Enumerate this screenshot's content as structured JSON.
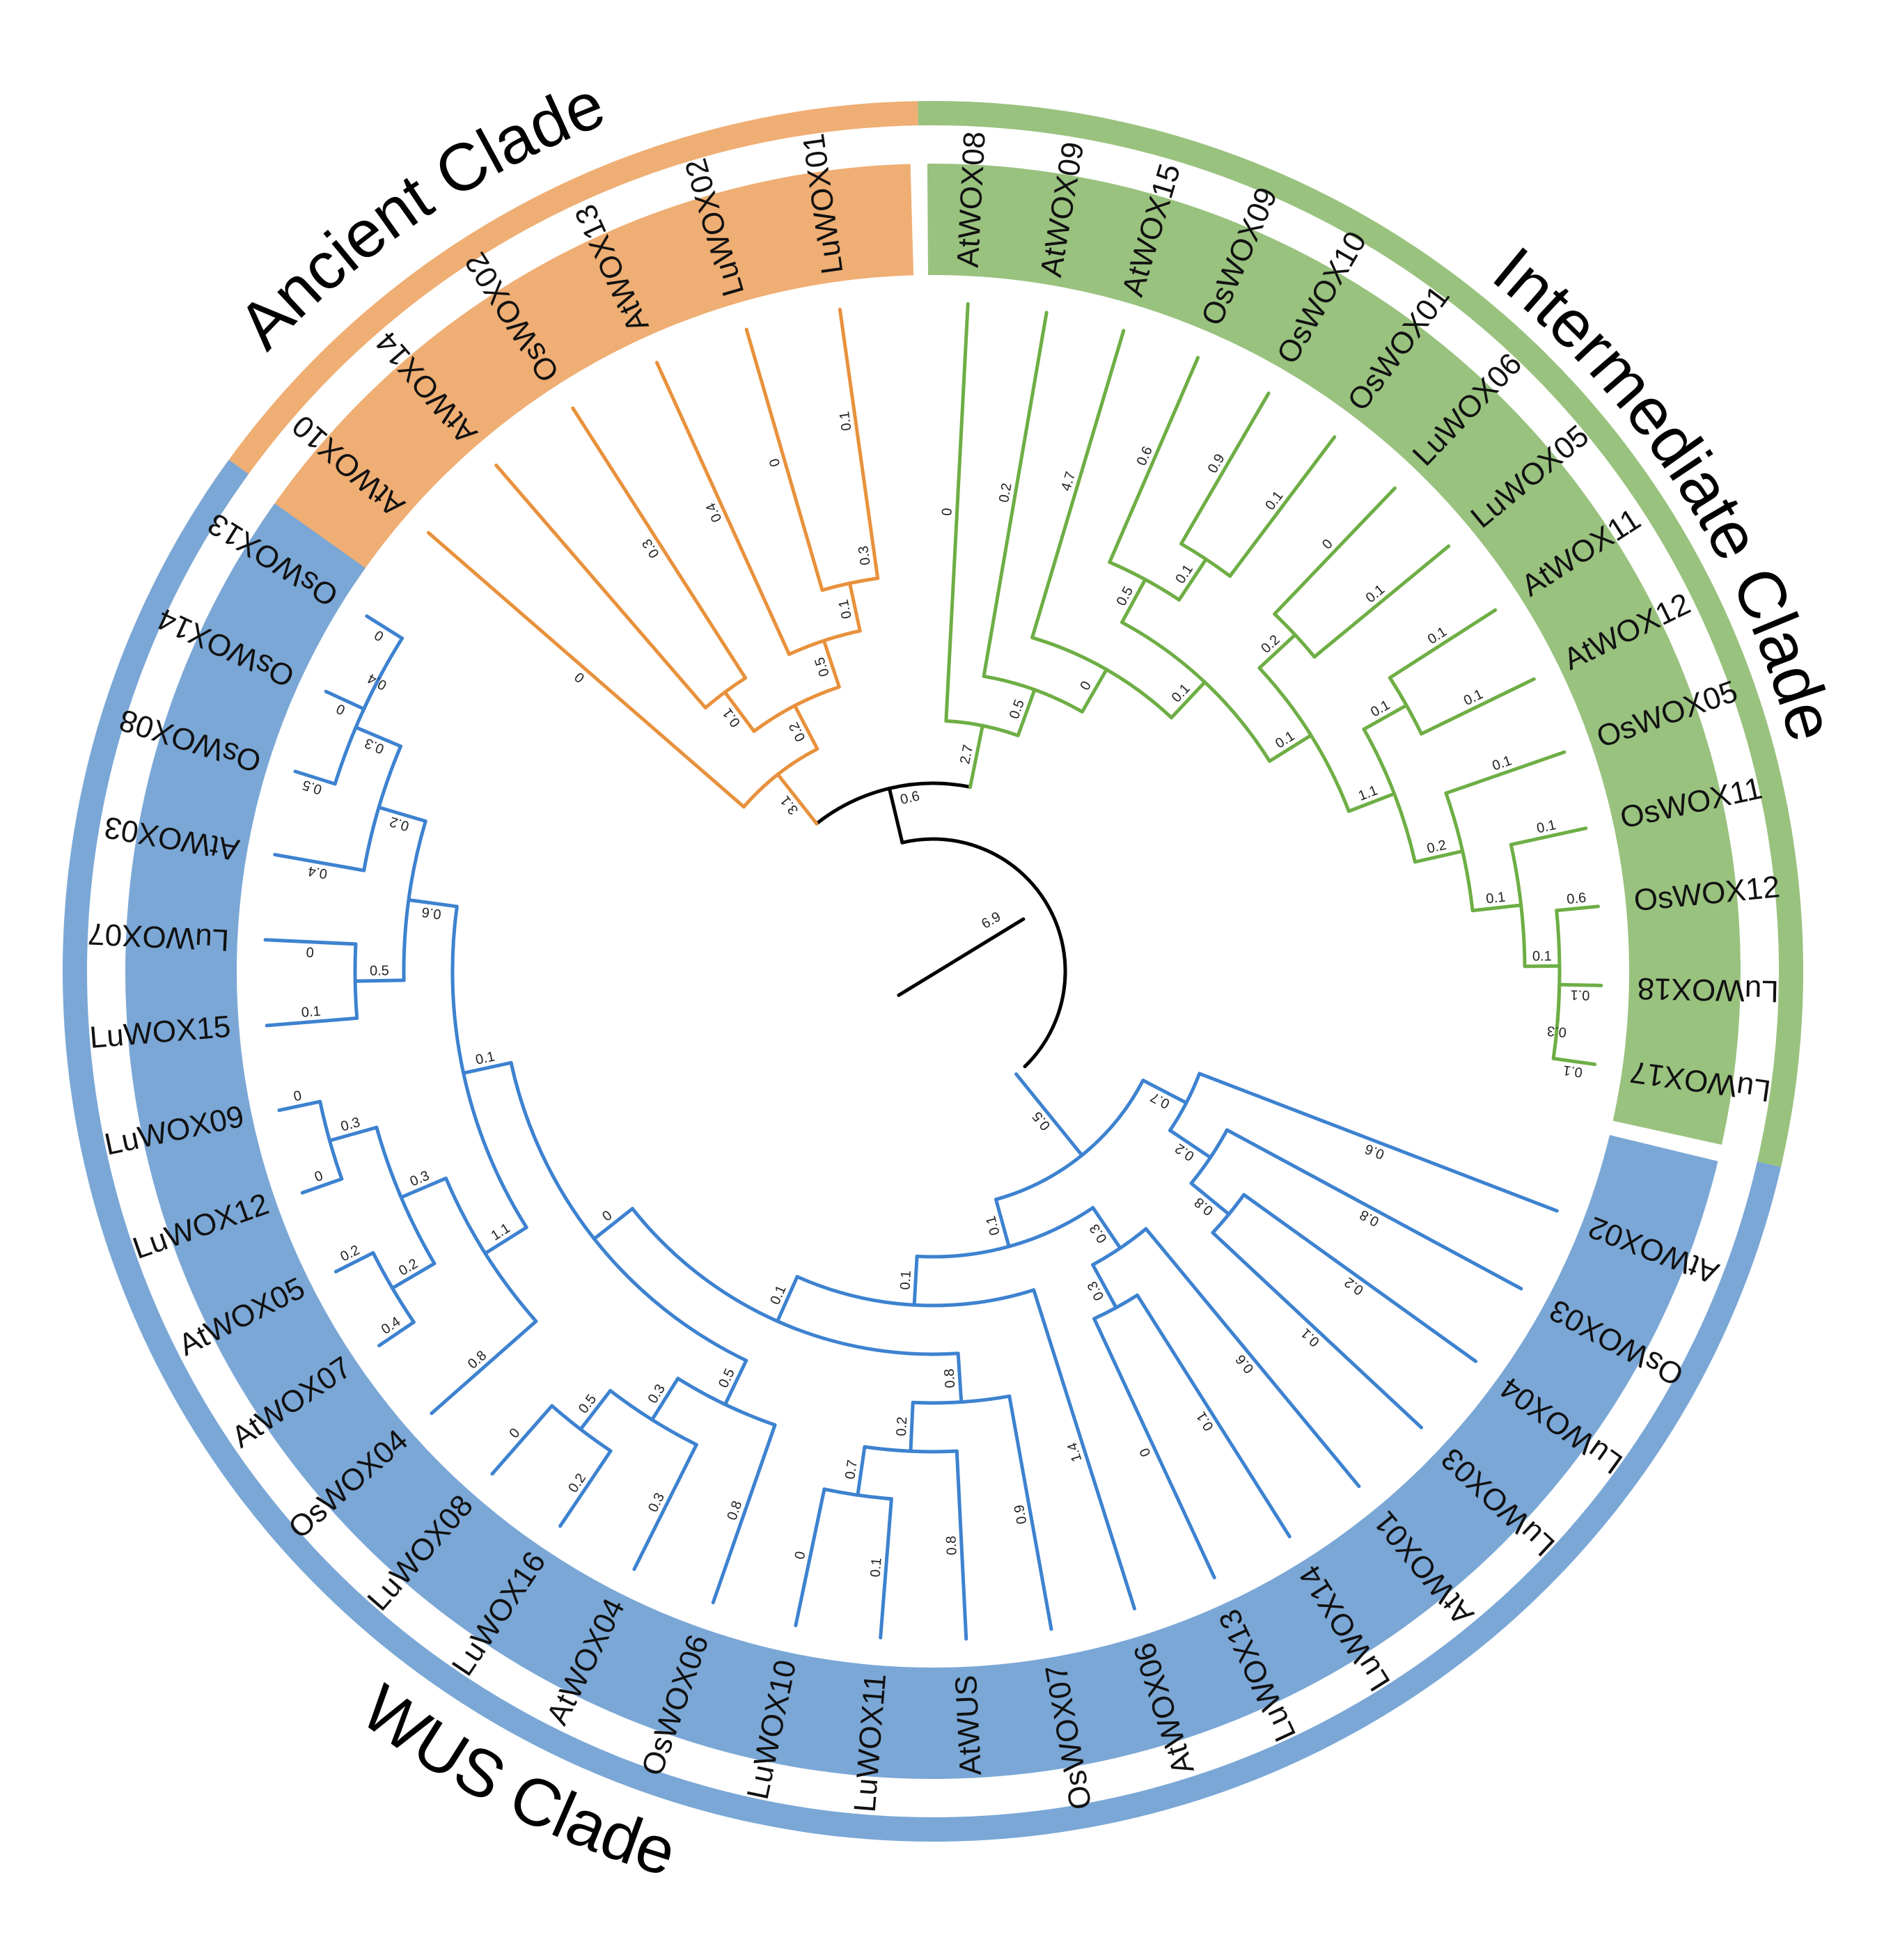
{
  "colors": {
    "ancient": "#EFAE73",
    "intermediate": "#99C27E",
    "wus": "#7AA7D6",
    "ancient_line": "#E8913C",
    "intermediate_line": "#6EAE45",
    "wus_line": "#3D82D0",
    "root_line": "#000000"
  },
  "clades": [
    {
      "id": "ancient",
      "title": "Ancient Clade",
      "leaves": [
        "AtWOX10",
        "AtWOX14",
        "OsWOX02",
        "AtWOX13",
        "LuWOX02",
        "LuWOX01"
      ]
    },
    {
      "id": "intermediate",
      "title": "Intermediate Clade",
      "leaves": [
        "AtWOX08",
        "AtWOX09",
        "AtWOX15",
        "OsWOX09",
        "OsWOX10",
        "OsWOX01",
        "LuWOX06",
        "LuWOX05",
        "AtWOX11",
        "AtWOX12",
        "OsWOX05",
        "OsWOX11",
        "OsWOX12",
        "LuWOX18",
        "LuWOX17"
      ]
    },
    {
      "id": "wus",
      "title": "WUS Clade",
      "leaves": [
        "AtWOX02",
        "OsWOX03",
        "LuWOX04",
        "LuWOX03",
        "AtWOX01",
        "LuWOX14",
        "LuWOX13",
        "AtWOX06",
        "OsWOX07",
        "AtWUS",
        "LuWOX11",
        "LuWOX10",
        "OsWOX06",
        "AtWOX04",
        "LuWOX16",
        "LuWOX08",
        "OsWOX04",
        "AtWOX07",
        "AtWOX05",
        "LuWOX12",
        "LuWOX09",
        "LuWOX15",
        "LuWOX07",
        "AtWOX03",
        "OsWOX08",
        "OsWOX14",
        "OsWOX13"
      ]
    }
  ],
  "tree": {
    "root_branch": "6.9",
    "top_node": {
      "label": "0.6",
      "ancient_node": {
        "label": "3.1",
        "children": [
          {
            "leaf": "AtWOX10",
            "label": "0"
          },
          {
            "label": "0.2",
            "children": [
              {
                "label": "0.1",
                "children": [
                  {
                    "leaf": "AtWOX14",
                    "label": ""
                  },
                  {
                    "leaf": "OsWOX02",
                    "label": "0.3"
                  }
                ]
              },
              {
                "label": "0.5",
                "children": [
                  {
                    "leaf": "AtWOX13",
                    "label": "0.4"
                  },
                  {
                    "label": "0.1",
                    "children": [
                      {
                        "leaf": "LuWOX02",
                        "label": "0"
                      },
                      {
                        "label": "0.3",
                        "children": [
                          {
                            "leaf": "LuWOX01",
                            "label": "0.1"
                          }
                        ]
                      }
                    ]
                  }
                ]
              }
            ]
          }
        ]
      },
      "intermediate_node": {
        "label": "2.7",
        "children": [
          {
            "leaf": "AtWOX08",
            "label": "0"
          },
          {
            "label": "0.5",
            "children": [
              {
                "leaf": "AtWOX09",
                "label": "0.2"
              },
              {
                "label": "0",
                "children": [
                  {
                    "leaf": "AtWOX15",
                    "label": "4.7"
                  },
                  {
                    "label": "0.1",
                    "children": [
                      {
                        "label": "0.5",
                        "children": [
                          {
                            "leaf": "OsWOX09",
                            "label": "0.6"
                          },
                          {
                            "label": "0.1",
                            "children": [
                              {
                                "leaf": "OsWOX10",
                                "label": "0.9"
                              },
                              {
                                "leaf": "OsWOX01",
                                "label": "0.1"
                              }
                            ]
                          }
                        ]
                      },
                      {
                        "label": "0.1",
                        "children": [
                          {
                            "label": "0.2",
                            "children": [
                              {
                                "leaf": "LuWOX06",
                                "label": "0"
                              },
                              {
                                "leaf": "LuWOX05",
                                "label": "0.1"
                              }
                            ]
                          },
                          {
                            "label": "1.1",
                            "children": [
                              {
                                "label": "0.1",
                                "children": [
                                  {
                                    "leaf": "AtWOX11",
                                    "label": "0.1"
                                  },
                                  {
                                    "leaf": "AtWOX12",
                                    "label": "0.1"
                                  }
                                ]
                              },
                              {
                                "label": "0.2",
                                "children": [
                                  {
                                    "leaf": "OsWOX05",
                                    "label": "0.1"
                                  },
                                  {
                                    "label": "0.1",
                                    "children": [
                                      {
                                        "leaf": "OsWOX11",
                                        "label": "0.1"
                                      },
                                      {
                                        "label": "0.1",
                                        "children": [
                                          {
                                            "leaf": "OsWOX12",
                                            "label": "0.6"
                                          },
                                          {
                                            "label": "0.3",
                                            "children": [
                                              {
                                                "leaf": "LuWOX18",
                                                "label": "0.1"
                                              },
                                              {
                                                "leaf": "LuWOX17",
                                                "label": "0.1"
                                              }
                                            ]
                                          }
                                        ]
                                      }
                                    ]
                                  }
                                ]
                              }
                            ]
                          }
                        ]
                      }
                    ]
                  }
                ]
              }
            ]
          }
        ]
      }
    },
    "wus_node": {
      "label": "0.5",
      "children": [
        {
          "label": "0.7",
          "children": [
            {
              "leaf": "AtWOX02",
              "label": "0.6"
            },
            {
              "label": "0.2",
              "children": [
                {
                  "leaf": "OsWOX03",
                  "label": "0.8"
                },
                {
                  "label": "0.8",
                  "children": [
                    {
                      "leaf": "LuWOX04",
                      "label": "0.2"
                    },
                    {
                      "leaf": "LuWOX03",
                      "label": "0.1"
                    }
                  ]
                }
              ]
            }
          ]
        },
        {
          "label": "0.1",
          "children": [
            {
              "label": "0.3",
              "children": [
                {
                  "leaf": "AtWOX01",
                  "label": "0.6"
                },
                {
                  "label": "0.3",
                  "children": [
                    {
                      "leaf": "LuWOX14",
                      "label": "0.1"
                    },
                    {
                      "leaf": "LuWOX13",
                      "label": "0"
                    }
                  ]
                }
              ]
            },
            {
              "label": "0.1",
              "children": [
                {
                  "leaf": "AtWOX06",
                  "label": "1.4"
                },
                {
                  "label": "0.1",
                  "children": [
                    {
                      "label": "0.8",
                      "children": [
                        {
                          "leaf": "OsWOX07",
                          "label": "0.9"
                        },
                        {
                          "label": "0.2",
                          "children": [
                            {
                              "leaf": "AtWUS",
                              "label": "0.8"
                            },
                            {
                              "label": "0.7",
                              "children": [
                                {
                                  "leaf": "LuWOX11",
                                  "label": "0.1"
                                },
                                {
                                  "leaf": "LuWOX10",
                                  "label": "0"
                                }
                              ]
                            }
                          ]
                        }
                      ]
                    },
                    {
                      "label": "0",
                      "children": [
                        {
                          "label": "0.5",
                          "children": [
                            {
                              "leaf": "OsWOX06",
                              "label": "0.8"
                            },
                            {
                              "label": "0.3",
                              "children": [
                                {
                                  "leaf": "AtWOX04",
                                  "label": "0.3"
                                },
                                {
                                  "label": "0.5",
                                  "children": [
                                    {
                                      "leaf": "LuWOX16",
                                      "label": "0.2"
                                    },
                                    {
                                      "leaf": "LuWOX08",
                                      "label": "0"
                                    }
                                  ]
                                }
                              ]
                            }
                          ]
                        },
                        {
                          "label": "0.1",
                          "children": [
                            {
                              "label": "1.1",
                              "children": [
                                {
                                  "leaf": "OsWOX04",
                                  "label": "0.8"
                                },
                                {
                                  "label": "0.3",
                                  "children": [
                                    {
                                      "label": "0.2",
                                      "children": [
                                        {
                                          "leaf": "AtWOX07",
                                          "label": "0.4"
                                        },
                                        {
                                          "leaf": "AtWOX05",
                                          "label": "0.2"
                                        }
                                      ]
                                    },
                                    {
                                      "label": "0.3",
                                      "children": [
                                        {
                                          "leaf": "LuWOX12",
                                          "label": "0"
                                        },
                                        {
                                          "leaf": "LuWOX09",
                                          "label": "0"
                                        }
                                      ]
                                    }
                                  ]
                                }
                              ]
                            },
                            {
                              "label": "0.6",
                              "children": [
                                {
                                  "label": "0.5",
                                  "children": [
                                    {
                                      "leaf": "LuWOX15",
                                      "label": "0.1"
                                    },
                                    {
                                      "leaf": "LuWOX07",
                                      "label": "0"
                                    }
                                  ]
                                },
                                {
                                  "label": "0.2",
                                  "children": [
                                    {
                                      "leaf": "AtWOX03",
                                      "label": "0.4"
                                    },
                                    {
                                      "label": "0.3",
                                      "children": [
                                        {
                                          "leaf": "OsWOX08",
                                          "label": "0.5"
                                        },
                                        {
                                          "label": "0.4",
                                          "children": [
                                            {
                                              "leaf": "OsWOX14",
                                              "label": "0"
                                            },
                                            {
                                              "leaf": "OsWOX13",
                                              "label": "0"
                                            }
                                          ]
                                        }
                                      ]
                                    }
                                  ]
                                }
                              ]
                            }
                          ]
                        }
                      ]
                    }
                  ]
                }
              ]
            }
          ]
        }
      ]
    }
  }
}
